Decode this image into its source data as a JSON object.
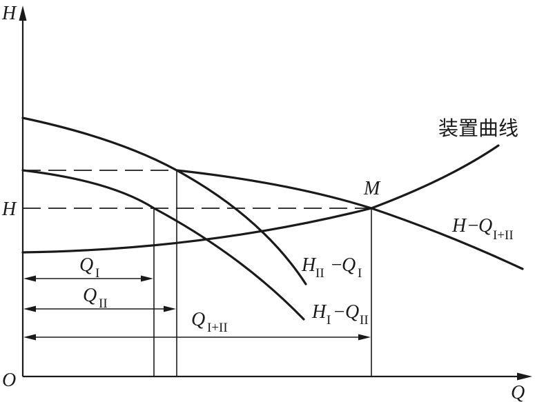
{
  "axes": {
    "y_label": "H",
    "x_label": "Q",
    "origin": "O"
  },
  "h_tick": "H",
  "system_curve_label": "装置曲线",
  "point_label": "M",
  "curve_labels": {
    "combined": {
      "main": "H",
      "dash": "−",
      "q": "Q",
      "sub": "I+II"
    },
    "pump_II_QI": {
      "main": "H",
      "main_sub": "II",
      "dash": "−",
      "q": "Q",
      "q_sub": "I"
    },
    "pump_I_QII": {
      "main": "H",
      "main_sub": "I",
      "dash": "−",
      "q": "Q",
      "q_sub": "II"
    }
  },
  "flow_labels": {
    "q1": {
      "q": "Q",
      "sub": "I"
    },
    "q2": {
      "q": "Q",
      "sub": "II"
    },
    "q12": {
      "q": "Q",
      "sub": "I+II"
    }
  }
}
